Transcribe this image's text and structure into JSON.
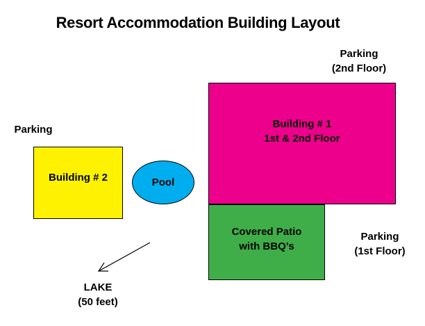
{
  "title": "Resort Accommodation Building Layout",
  "colors": {
    "building_1": "#ec008c",
    "building_2": "#fff200",
    "pool": "#00aeef",
    "patio": "#3fae49",
    "outline": "#000000"
  },
  "parking_2nd_floor": {
    "line1": "Parking",
    "line2": "(2nd Floor)"
  },
  "parking_left": {
    "line1": "Parking"
  },
  "building_1": {
    "line1": "Building # 1",
    "line2": "1st & 2nd Floor"
  },
  "building_2": {
    "line1": "Building # 2"
  },
  "pool": {
    "label": "Pool"
  },
  "patio": {
    "line1": "Covered Patio",
    "line2": "with BBQ’s"
  },
  "parking_1st_floor": {
    "line1": "Parking",
    "line2": "(1st Floor)"
  },
  "lake": {
    "line1": "LAKE",
    "line2": "(50 feet)"
  }
}
